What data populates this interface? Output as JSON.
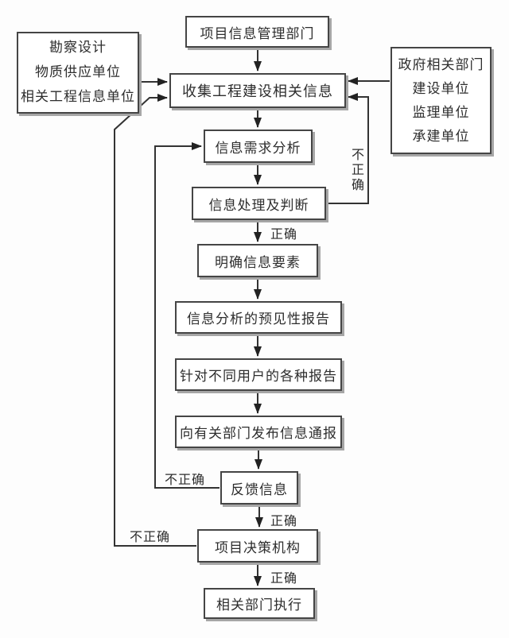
{
  "flowchart": {
    "nodes": {
      "dept": "项目信息管理部门",
      "left_sources": [
        "勘察设计",
        "物质供应单位",
        "相关工程信息单位"
      ],
      "right_sources": [
        "政府相关部门",
        "建设单位",
        "监理单位",
        "承建单位"
      ],
      "collect": "收集工程建设相关信息",
      "demand_analysis": "信息需求分析",
      "processing_judgment": "信息处理及判断",
      "clarify_elements": "明确信息要素",
      "predictive_report": "信息分析的预见性报告",
      "user_reports": "针对不同用户的各种报告",
      "publish_notice": "向有关部门发布信息通报",
      "feedback": "反馈信息",
      "decision_body": "项目决策机构",
      "execution": "相关部门执行"
    },
    "edge_labels": {
      "correct": "正确",
      "incorrect": "不正确"
    },
    "colors": {
      "line": "#333333",
      "border": "#454545",
      "shadow": "#a6a6a6",
      "background": "#fdfdfd"
    }
  }
}
